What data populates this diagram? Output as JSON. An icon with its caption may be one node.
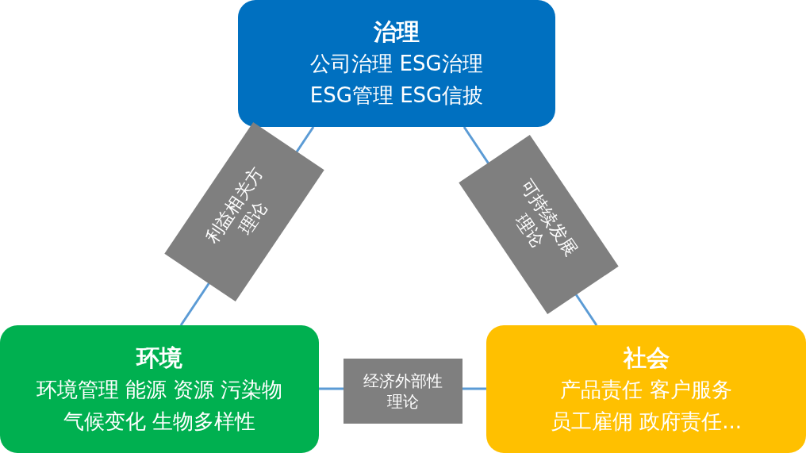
{
  "diagram": {
    "nodes": [
      {
        "text": [
          "治理",
          "公司治理 ESG治理 ESG管理 ESG信披"
        ]
      },
      {
        "text": [
          "环境",
          "环境管理 能源 资源 污染物气候变化 生物多样性"
        ]
      },
      {
        "text": [
          "社会",
          "产品责任 客户服务员工雇佣 政府责任..."
        ]
      }
    ],
    "edges": [
      {
        "from": 0,
        "to": 1,
        "arrow": "none",
        "label": "利益相关方理论"
      },
      {
        "from": 0,
        "to": 2,
        "arrow": "none",
        "label": "可持续发展理论"
      },
      {
        "from": 1,
        "to": 2,
        "arrow": "none",
        "label": "经济外部性理论"
      }
    ]
  }
}
